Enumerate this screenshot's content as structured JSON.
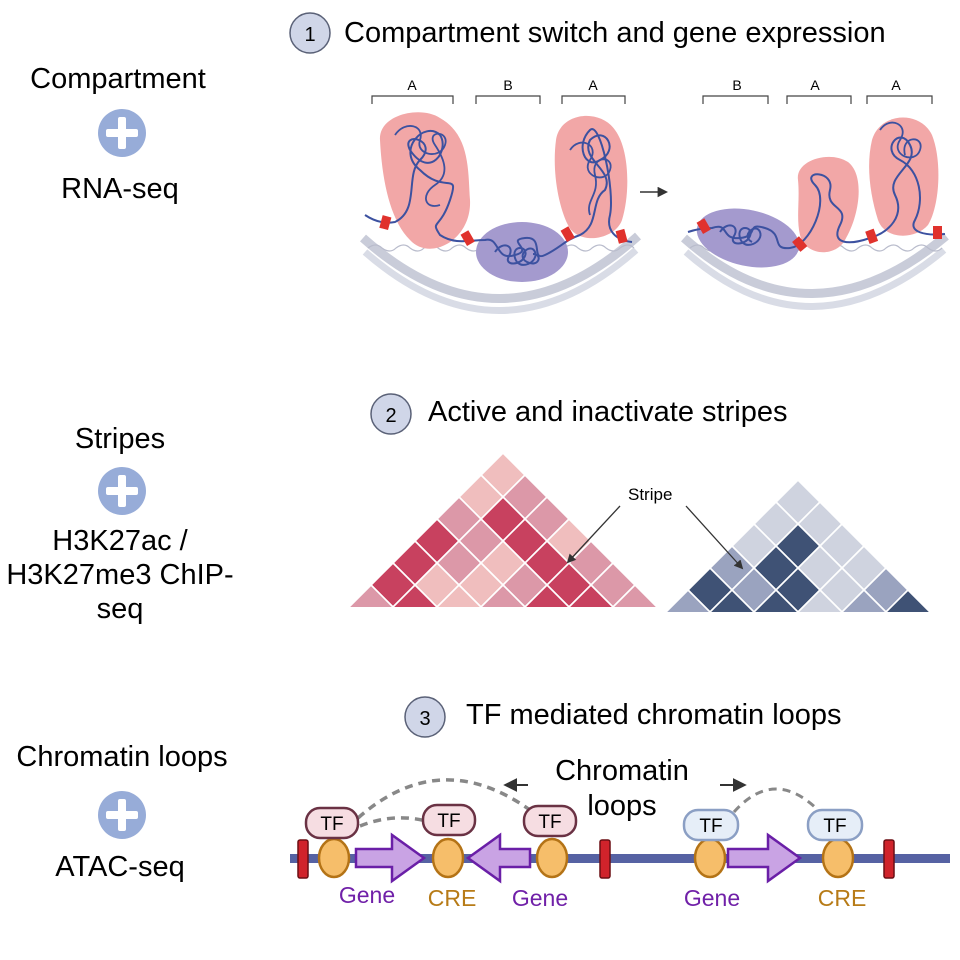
{
  "left": {
    "row1_top": "Compartment",
    "row1_bottom": "RNA-seq",
    "row2_top": "Stripes",
    "row2_bottom_line1": "H3K27ac /",
    "row2_bottom_line2": "H3K27me3 ChIP-",
    "row2_bottom_line3": "seq",
    "row3_top": "Chromatin loops",
    "row3_bottom": "ATAC-seq"
  },
  "section1": {
    "number": "1",
    "title": "Compartment switch and gene expression",
    "before_labels": [
      "A",
      "B",
      "A"
    ],
    "after_labels": [
      "B",
      "A",
      "A"
    ]
  },
  "section2": {
    "number": "2",
    "title": "Active and inactivate stripes",
    "stripe_label": "Stripe"
  },
  "section3": {
    "number": "3",
    "title": "TF mediated chromatin loops",
    "loops_line1": "Chromatin",
    "loops_line2": "loops",
    "tf_label": "TF",
    "gene_label": "Gene",
    "cre_label": "CRE"
  },
  "colors": {
    "circle_fill": "#d0d6e8",
    "plus_fill": "#97acd8",
    "a_compartment": "#f2a7a7",
    "b_compartment": "#a49ace",
    "dna": "#3c51a0",
    "marker": "#e0322d",
    "active_dark": "#c8415f",
    "active_mid": "#dc98a8",
    "active_light": "#f0bebe",
    "inactive_dark": "#3f5275",
    "inactive_mid": "#9aa3bf",
    "inactive_light": "#cfd3df",
    "gene_purple": "#7020a8",
    "cre_orange": "#b77b17",
    "tf_pink": "#f6dde2",
    "tf_blue": "#e6eef8"
  }
}
